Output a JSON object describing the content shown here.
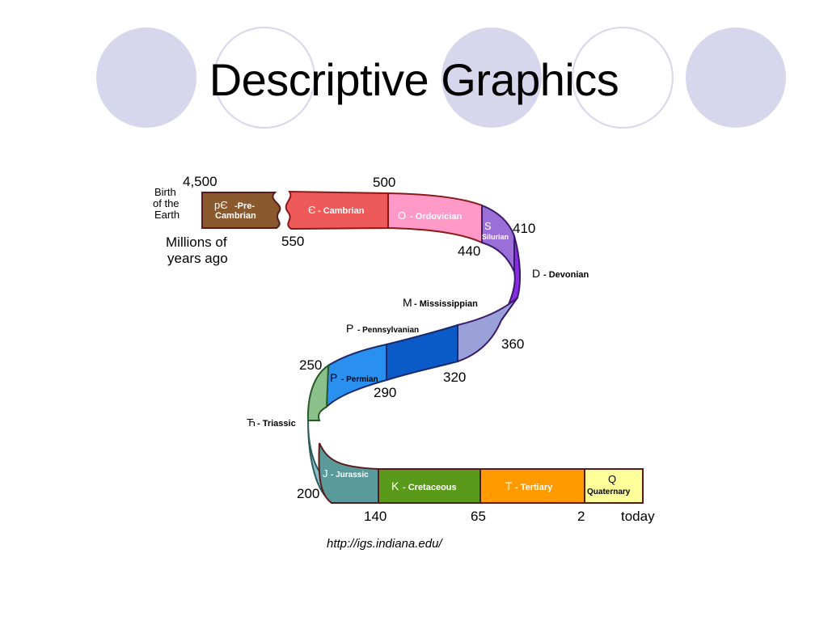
{
  "slide": {
    "title": "Descriptive Graphics",
    "source_url": "http://igs.indiana.edu/"
  },
  "colors": {
    "circle_fill": "#d6d6ec",
    "circle_outline": "#d6d6ec"
  },
  "timeline": {
    "intro": {
      "birth_label": [
        "Birth",
        "of the",
        "Earth"
      ],
      "start_value": "4,500",
      "units_label": [
        "Millions of",
        "years ago"
      ]
    },
    "eras": [
      {
        "id": "precambrian",
        "symbol": "pЄ",
        "name": [
          "-Pre-",
          "Cambrian"
        ],
        "color": "#8a5a2e",
        "text_color": "#ffffff"
      },
      {
        "id": "cambrian",
        "symbol": "Є",
        "name": [
          "- Cambrian"
        ],
        "color": "#ee5a5a",
        "text_color": "#ffffff"
      },
      {
        "id": "ordovician",
        "symbol": "O",
        "name": [
          "- Ordovician"
        ],
        "color": "#ff9ac8",
        "text_color": "#ffffff"
      },
      {
        "id": "silurian",
        "symbol": "S",
        "name": [
          "Silurian"
        ],
        "color": "#9a70d8",
        "text_color": "#ffffff"
      },
      {
        "id": "devonian",
        "symbol": "D",
        "name": [
          "- Devonian"
        ],
        "color": "#8a2be8",
        "text_color": "#000000"
      },
      {
        "id": "mississippian",
        "symbol": "M",
        "name": [
          "- Mississippian"
        ],
        "color": "#9aa0d8",
        "text_color": "#000000"
      },
      {
        "id": "pennsylvanian",
        "symbol": "P",
        "name": [
          "- Pennsylvanian"
        ],
        "color": "#0a5ac8",
        "text_color": "#000000"
      },
      {
        "id": "permian",
        "symbol": "P",
        "name": [
          "- Permian"
        ],
        "color": "#2a90f0",
        "text_color": "#000000"
      },
      {
        "id": "triassic",
        "symbol": "Ћ",
        "name": [
          "- Triassic"
        ],
        "color": "#8ac08a",
        "text_color": "#000000"
      },
      {
        "id": "jurassic",
        "symbol": "J",
        "name": [
          "- Jurassic"
        ],
        "color": "#5a9a9a",
        "text_color": "#ffffff"
      },
      {
        "id": "cretaceous",
        "symbol": "K",
        "name": [
          "- Cretaceous"
        ],
        "color": "#5a9a1a",
        "text_color": "#ffffff"
      },
      {
        "id": "tertiary",
        "symbol": "T",
        "name": [
          "- Tertiary"
        ],
        "color": "#ff9a00",
        "text_color": "#ffffff"
      },
      {
        "id": "quaternary",
        "symbol": "Q",
        "name": [
          "Quaternary"
        ],
        "color": "#ffff99",
        "text_color": "#000000"
      }
    ],
    "boundaries": [
      "550",
      "500",
      "440",
      "410",
      "360",
      "320",
      "290",
      "250",
      "200",
      "140",
      "65",
      "2",
      "today"
    ]
  }
}
